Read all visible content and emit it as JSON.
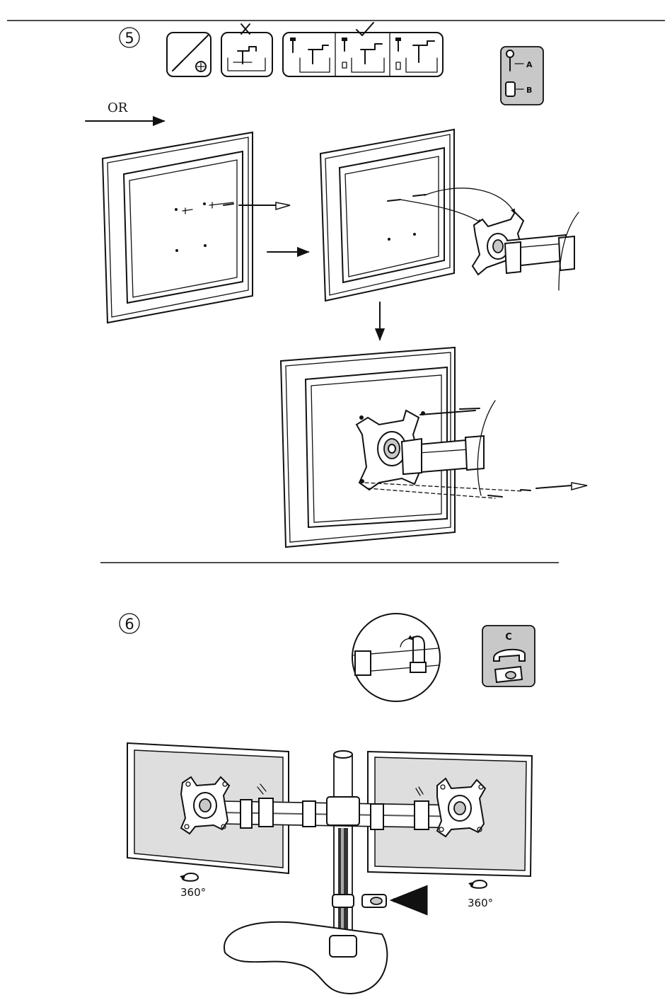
{
  "steps": [
    {
      "number": "5",
      "or_label": "OR",
      "parts": [
        {
          "letter": "A"
        },
        {
          "letter": "B"
        }
      ]
    },
    {
      "number": "6",
      "parts": [
        {
          "letter": "C"
        }
      ],
      "rotation_left": "360°",
      "rotation_right": "360°"
    }
  ],
  "icons": [
    "screwdriver-icon",
    "phillips-head-icon",
    "cross-mark-icon",
    "check-mark-icon",
    "screw-icon",
    "spacer-icon",
    "monitor-icon",
    "arrow-icon",
    "rotate-icon"
  ]
}
